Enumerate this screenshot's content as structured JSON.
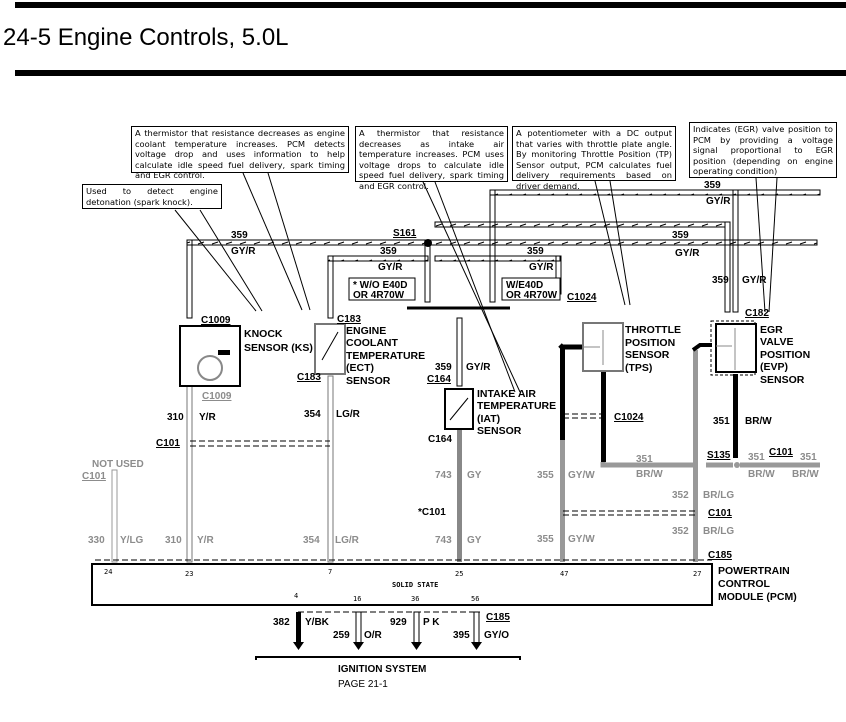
{
  "header": {
    "title": "24-5 Engine Controls, 5.0L"
  },
  "notes": {
    "knock": "Used to detect engine detonation (spark knock).",
    "ect": "A thermistor that resistance decreases as engine coolant temperature increases. PCM detects voltage drop and uses information to help calculate  idle speed fuel delivery, spark timing and EGR control.",
    "iat": "A thermistor that resistance decreases as intake air temperature increases. PCM uses voltage drops to calculate idle speed fuel delivery, spark timing and EGR control.",
    "tps": "A potentiometer with a DC output that varies with throttle plate angle. By monitoring Throttle Position (TP) Sensor output, PCM calculates fuel delivery requirements based on driver demand.",
    "evp": "Indicates (EGR) valve position to PCM by providing a voltage signal proportional to EGR position (depending on engine operating condition)"
  },
  "splice": {
    "s161": "S161",
    "s135": "S135"
  },
  "options": {
    "without": [
      "* W/O E40D",
      "OR 4R70W"
    ],
    "with": [
      "W/E40D",
      "OR 4R70W"
    ]
  },
  "wires": {
    "w359": "359",
    "gyr": "GY/R",
    "w310": "310",
    "yr": "Y/R",
    "w354": "354",
    "lgr": "LG/R",
    "w743": "743",
    "gy": "GY",
    "w355": "355",
    "gyw": "GY/W",
    "w351": "351",
    "brw": "BR/W",
    "w352": "352",
    "brlg": "BR/LG",
    "w330": "330",
    "ylg": "Y/LG",
    "w382": "382",
    "ybk": "Y/BK",
    "w259": "259",
    "or": "O/R",
    "w929": "929",
    "pk": "P K",
    "w395": "395",
    "gyo": "GY/O"
  },
  "connectors": {
    "c1009": "C1009",
    "c183": "C183",
    "c164": "C164",
    "c1024": "C1024",
    "c182": "C182",
    "c101": "C101",
    "c101_star": "*C101",
    "c185": "C185"
  },
  "components": {
    "ks": [
      "KNOCK",
      "SENSOR  (KS)"
    ],
    "ect": [
      "ENGINE",
      "COOLANT",
      "TEMPERATURE",
      "(ECT)",
      "SENSOR"
    ],
    "iat": [
      "INTAKE  AIR",
      "TEMPERATURE",
      "(IAT)",
      "SENSOR"
    ],
    "tps": [
      "THROTTLE",
      "POSITION",
      "SENSOR",
      "(TPS)"
    ],
    "evp": [
      "EGR",
      "VALVE",
      "POSITION",
      "(EVP)",
      "SENSOR"
    ],
    "pcm": [
      "POWERTRAIN",
      "CONTROL",
      "MODULE  (PCM)"
    ]
  },
  "pcm": {
    "solid_state": "SOLID STATE",
    "top_pins": [
      "24",
      "23",
      "7",
      "25",
      "47",
      "27"
    ],
    "bottom_pins": [
      "4",
      "16",
      "36",
      "56"
    ]
  },
  "not_used": "NOT USED",
  "ignition": {
    "label": "IGNITION  SYSTEM",
    "page_ref": "PAGE 21-1"
  }
}
